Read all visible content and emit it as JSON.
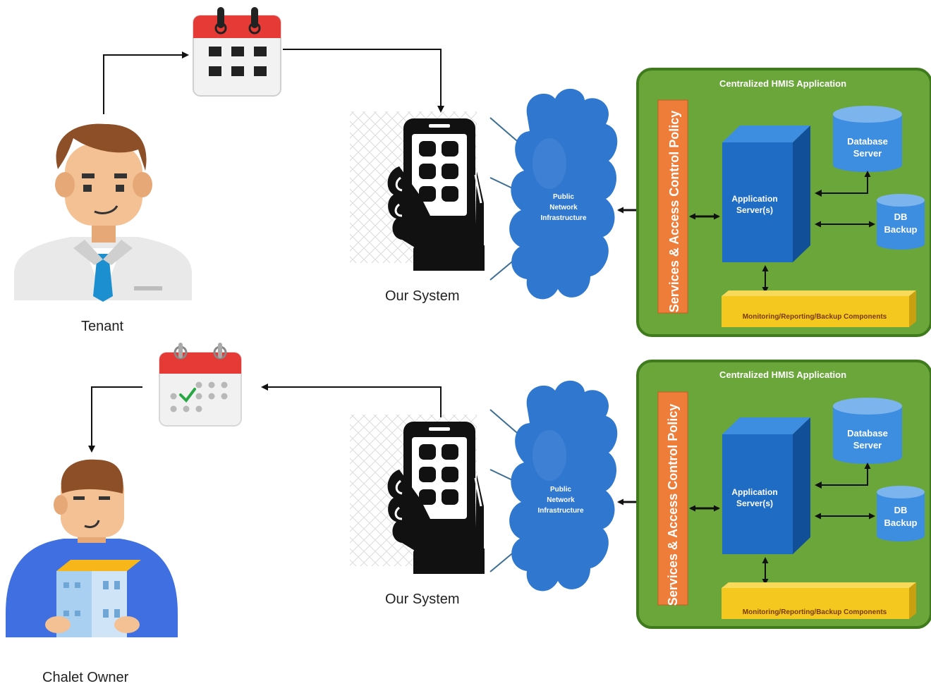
{
  "actors": {
    "tenant": "Tenant",
    "owner": "Chalet Owner"
  },
  "system_label": "Our System",
  "infra": {
    "cloud_line1": "Public",
    "cloud_line2": "Network",
    "cloud_line3": "Infrastructure",
    "app_title": "Centralized HMIS Application",
    "policy_label": "Services & Access Control Policy",
    "app_server_line1": "Application",
    "app_server_line2": "Server(s)",
    "db_server_line1": "Database",
    "db_server_line2": "Server",
    "db_backup_line1": "DB",
    "db_backup_line2": "Backup",
    "monitoring_label": "Monitoring/Reporting/Backup Components"
  },
  "colors": {
    "green_panel": "#6aa63a",
    "green_border": "#3f7a1c",
    "policy_orange": "#ee7d3a",
    "server_blue": "#1e6cc4",
    "cloud_blue": "#2f77cf",
    "monitor_yellow": "#f4c81f",
    "calendar_red": "#e53a35"
  },
  "icons": [
    "calendar-icon",
    "calendar-check-icon",
    "tenant-avatar-icon",
    "owner-avatar-icon",
    "phone-hand-icon",
    "cloud-icon",
    "database-icon"
  ]
}
